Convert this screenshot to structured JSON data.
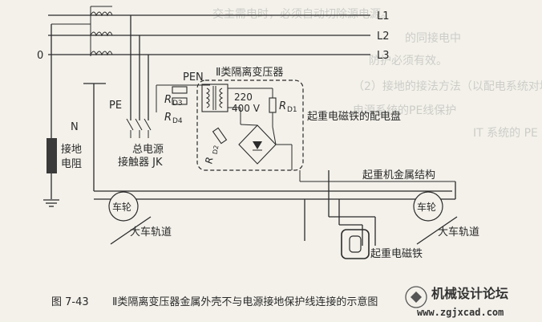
{
  "labels": {
    "l1": "L1",
    "l2": "L2",
    "l3": "L3",
    "zero": "0",
    "pen": "PEN",
    "transformer": "Ⅱ类隔离变压器",
    "pe": "PE",
    "n": "N",
    "rd3_r": "R",
    "rd3_sub": "D3",
    "rd4_r": "R",
    "rd4_sub": "D4",
    "v220": "220",
    "v400": "400 V",
    "rd1_r": "R",
    "rd1_sub": "D1",
    "rd2_r": "R",
    "rd2_sub": "D2",
    "ground_res_1": "接地",
    "ground_res_2": "电阻",
    "contactor_1": "总电源",
    "contactor_2": "接触器 JK",
    "panel": "起重电磁铁的配电盘",
    "crane_structure": "起重机金属结构",
    "wheel_left": "车轮",
    "wheel_right": "车轮",
    "rail_left": "大车轨道",
    "rail_right": "大车轨道",
    "magnet": "起重电磁铁"
  },
  "caption": {
    "figure_no": "图 7-43",
    "text": "Ⅱ类隔离变压器金属外壳不与电源接地保护线连接的示意图"
  },
  "watermark": {
    "name": "机械设计论坛",
    "url": "www.zgjxcad.com"
  },
  "colors": {
    "ink": "#2b2b2b",
    "ground_resistor": "#3a3a3a",
    "paper": "#f3f1ea",
    "bleed_text": "#cdcdc8"
  }
}
